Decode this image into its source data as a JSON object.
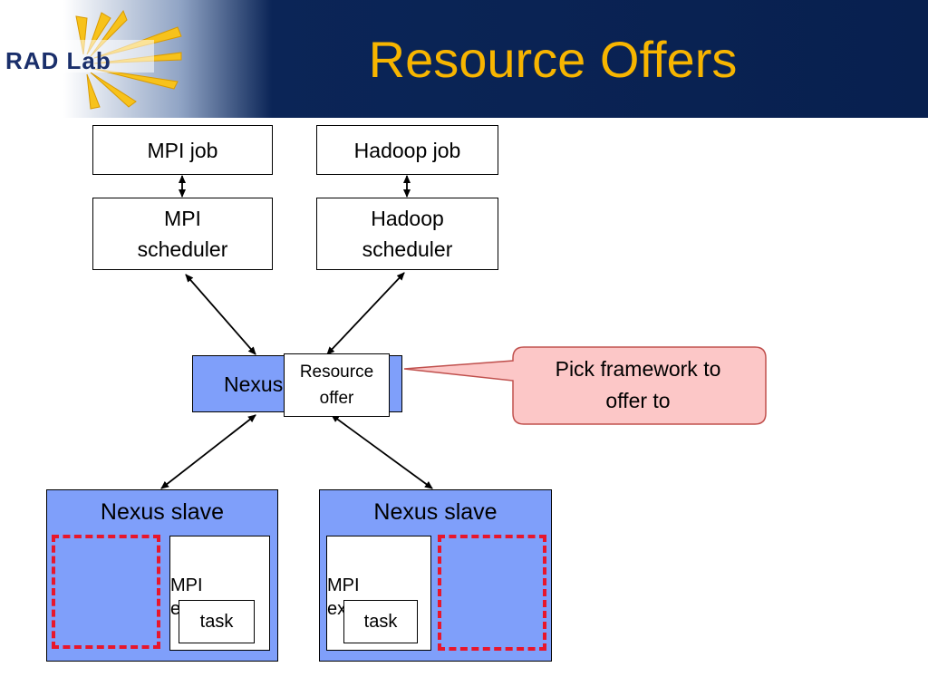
{
  "slide": {
    "title": "Resource Offers",
    "logo_text": "RAD Lab"
  },
  "diagram": {
    "mpi_job": "MPI job",
    "hadoop_job": "Hadoop job",
    "mpi_scheduler_line1": "MPI",
    "mpi_scheduler_line2": "scheduler",
    "hadoop_scheduler_line1": "Hadoop",
    "hadoop_scheduler_line2": "scheduler",
    "nexus_master_visible": "Nexus",
    "resource_offer_line1": "Resource",
    "resource_offer_line2": "offer",
    "callout_line1": "Pick framework to",
    "callout_line2": "offer to",
    "slave_left_label": "Nexus slave",
    "slave_right_label": "Nexus slave",
    "executor_left_line1": "MPI",
    "executor_left_line2": "executor",
    "executor_right_line1": "MPI",
    "executor_right_line2": "executor",
    "task_left": "task",
    "task_right": "task"
  },
  "colors": {
    "title": "#f7b500",
    "header_bg": "#08204f",
    "node_blue": "#7f9ffa",
    "dashed_free": "#e8162b",
    "callout_fill": "#fcc7c7",
    "callout_border": "#c0504d"
  }
}
